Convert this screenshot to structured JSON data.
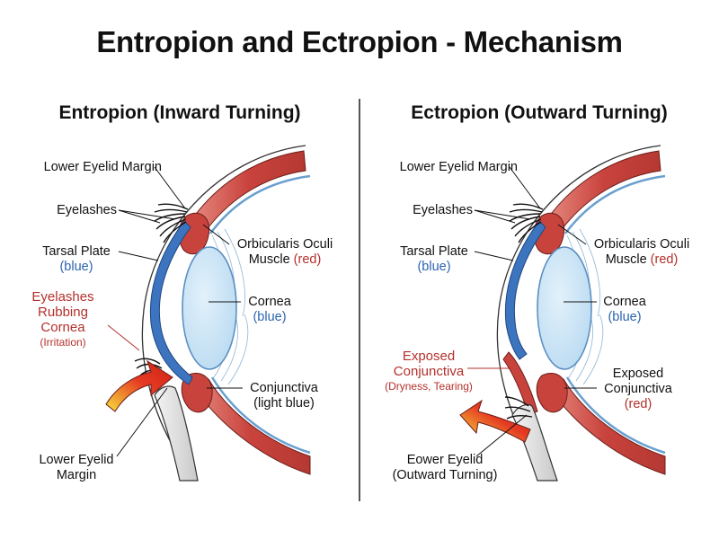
{
  "title": "Entropion and Ectropion - Mechanism",
  "panels": {
    "left": {
      "title": "Entropion (Inward Turning)",
      "labels": {
        "lower_lid_margin_top": "Lower Eyelid Margin",
        "eyelashes": "Eyelashes",
        "tarsal_plate": "Tarsal Plate",
        "tarsal_plate_color": "(blue)",
        "callout_line1": "Eyelashes",
        "callout_line2": "Rubbing",
        "callout_line3": "Cornea",
        "callout_note": "(Irritation)",
        "lower_lid_margin_bottom_1": "Lower Eyelid",
        "lower_lid_margin_bottom_2": "Margin",
        "orbicularis_1": "Orbicularis Oculi",
        "orbicularis_2": "Muscle",
        "orbicularis_color": "(red)",
        "cornea": "Cornea",
        "cornea_color": "(blue)",
        "conjunctiva": "Conjunctiva",
        "conjunctiva_color": "(light blue)"
      }
    },
    "right": {
      "title": "Ectropion (Outward Turning)",
      "labels": {
        "lower_lid_margin_top": "Lower Eyelid Margin",
        "eyelashes": "Eyelashes",
        "tarsal_plate": "Tarsal Plate",
        "tarsal_plate_color": "(blue)",
        "callout_line1": "Exposed",
        "callout_line2": "Conjunctiva",
        "callout_note": "(Dryness, Tearing)",
        "lower_lid_1": "Eower Eyelid",
        "lower_lid_2": "(Outward Turning)",
        "orbicularis_1": "Orbicularis Oculi",
        "orbicularis_2": "Muscle",
        "orbicularis_color": "(red)",
        "cornea": "Cornea",
        "cornea_color": "(blue)",
        "exposed_1": "Exposed",
        "exposed_2": "Conjunctiva",
        "exposed_color": "(red)"
      }
    }
  },
  "colors": {
    "muscle": "#c9433d",
    "muscle_light": "#e07a6f",
    "tarsal": "#3d74bf",
    "cornea": "#c9e3f5",
    "arrow_red": "#d82a1f",
    "arrow_yellow": "#f6df2c",
    "callout": "#b3302b"
  }
}
